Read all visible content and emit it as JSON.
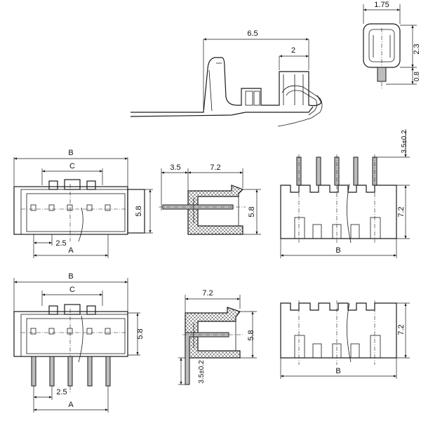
{
  "terminal": {
    "dims": {
      "length": "6.5",
      "crimp": "2"
    }
  },
  "cross_section": {
    "dims": {
      "width": "1.75",
      "height": "2.3",
      "pin": "0.8"
    }
  },
  "straight_front": {
    "dims": {
      "overall": "B",
      "inner": "C",
      "pitch": "2.5",
      "pins_span": "A",
      "height": "5.8"
    }
  },
  "straight_side": {
    "dims": {
      "pin_len": "3.5",
      "depth": "7.2",
      "height": "5.8"
    }
  },
  "straight_top": {
    "dims": {
      "pin_len": "3.5±0.2",
      "height": "7.2",
      "overall": "B"
    }
  },
  "right_angle_front": {
    "dims": {
      "overall": "B",
      "inner": "C",
      "pitch": "2.5",
      "pins_span": "A",
      "height": "5.8"
    }
  },
  "right_angle_side": {
    "dims": {
      "depth": "7.2",
      "height": "5.8",
      "pin_len": "3.5±0.2"
    }
  },
  "right_angle_top": {
    "dims": {
      "height": "7.2",
      "overall": "B"
    }
  }
}
